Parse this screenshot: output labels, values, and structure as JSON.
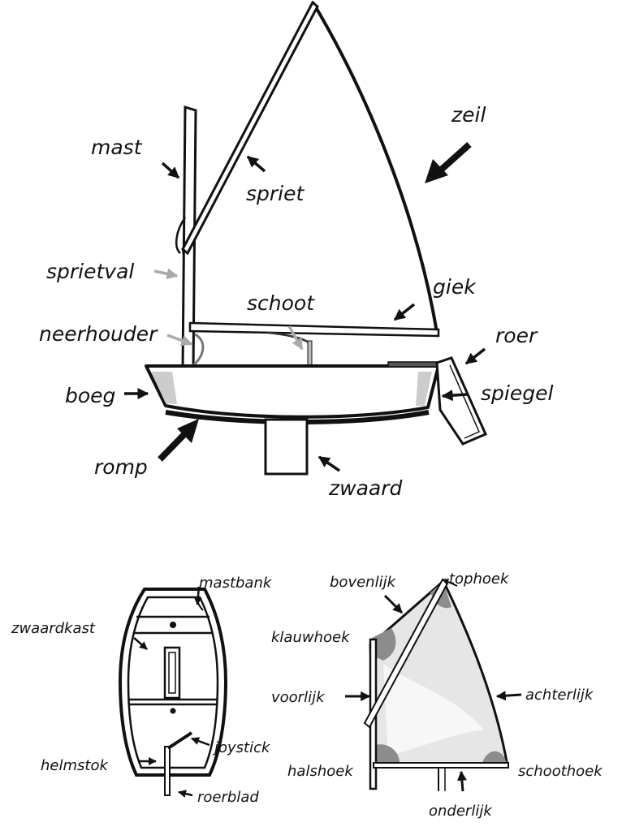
{
  "colors": {
    "ink": "#111111",
    "grey_arrow": "#aaaaaa",
    "sail_fill": "#ffffff",
    "shade": "#cccccc",
    "small_sail_fill": "#e6e6e6",
    "corner_patch": "#8c8c8c"
  },
  "side_view": {
    "labels": {
      "zeil": "zeil",
      "mast": "mast",
      "spriet": "spriet",
      "sprietval": "sprietval",
      "schoot": "schoot",
      "giek": "giek",
      "neerhouder": "neerhouder",
      "roer": "roer",
      "boeg": "boeg",
      "spiegel": "spiegel",
      "romp": "romp",
      "zwaard": "zwaard"
    }
  },
  "top_view": {
    "labels": {
      "mastbank": "mastbank",
      "zwaardkast": "zwaardkast",
      "joystick": "joystick",
      "helmstok": "helmstok",
      "roerblad": "roerblad"
    }
  },
  "sail_view": {
    "labels": {
      "bovenlijk": "bovenlijk",
      "tophoek": "tophoek",
      "klauwhoek": "klauwhoek",
      "voorlijk": "voorlijk",
      "achterlijk": "achterlijk",
      "halshoek": "halshoek",
      "schoothoek": "schoothoek",
      "onderlijk": "onderlijk"
    }
  }
}
